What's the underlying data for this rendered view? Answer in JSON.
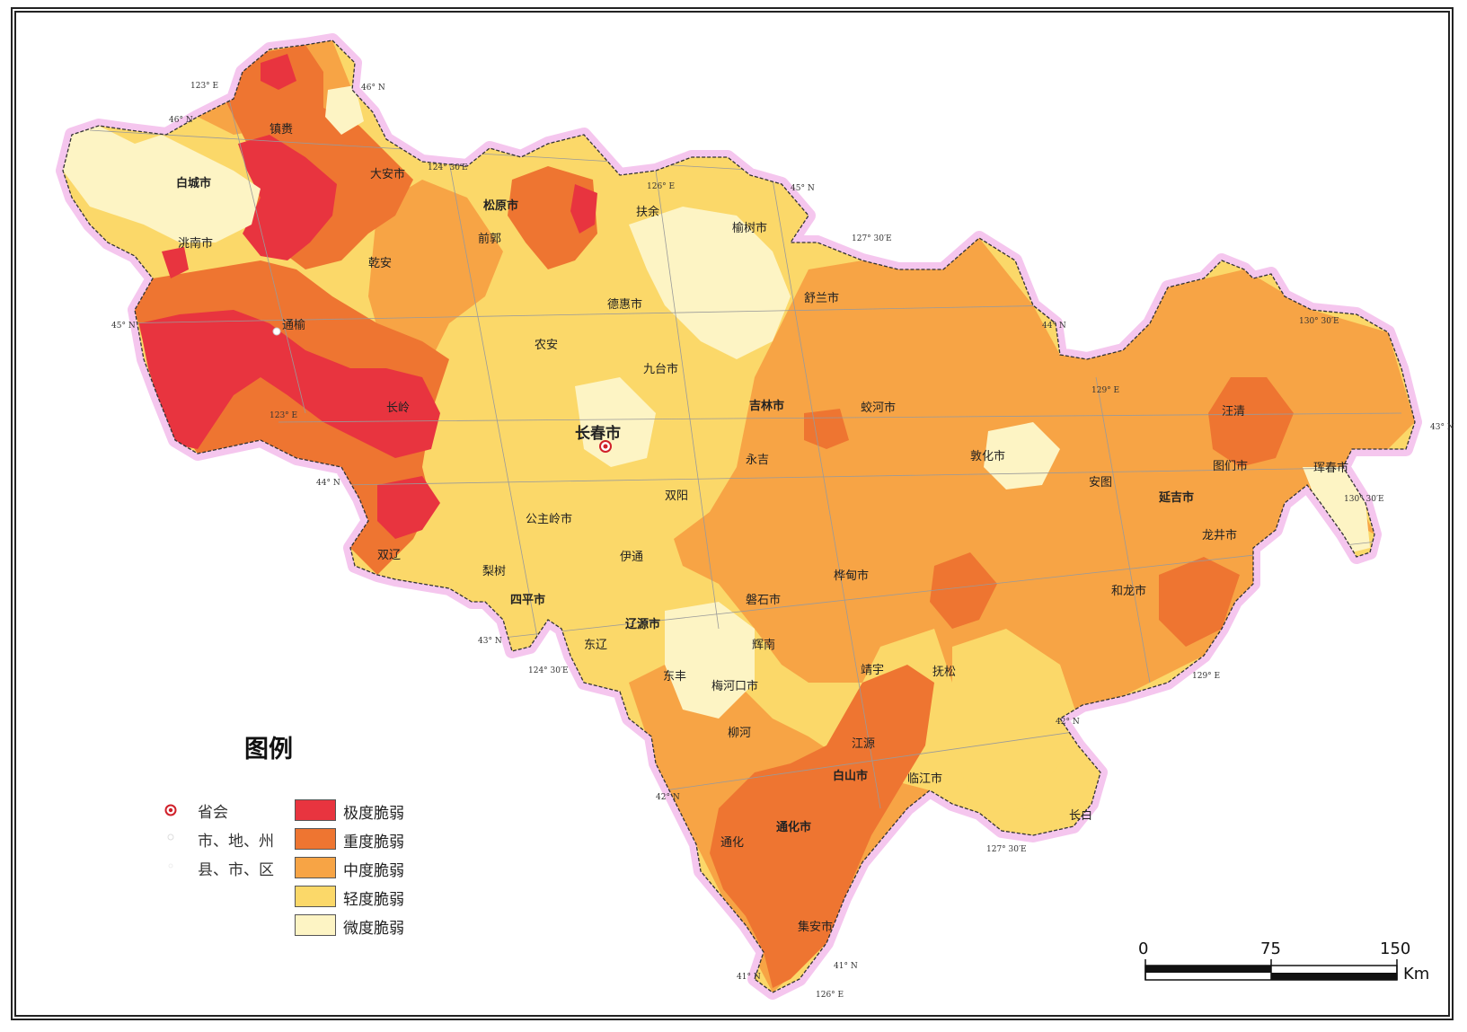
{
  "legend": {
    "title": "图例",
    "symbols": [
      {
        "label": "省会"
      },
      {
        "label": "市、地、州"
      },
      {
        "label": "县、市、区"
      }
    ],
    "classes": [
      {
        "label": "极度脆弱",
        "color": "#e8343f"
      },
      {
        "label": "重度脆弱",
        "color": "#ee7531"
      },
      {
        "label": "中度脆弱",
        "color": "#f7a445"
      },
      {
        "label": "轻度脆弱",
        "color": "#fbd869"
      },
      {
        "label": "微度脆弱",
        "color": "#fdf4c4"
      }
    ]
  },
  "scale_bar": {
    "ticks": [
      "0",
      "75",
      "150"
    ],
    "unit": "Km"
  },
  "graticule_labels": [
    "123° E",
    "46° N",
    "46° N",
    "124° 30′E",
    "126° E",
    "45° N",
    "127° 30′E",
    "45° N",
    "44° N",
    "130° 30′E",
    "129° E",
    "43° N",
    "130° 30′E",
    "123° E",
    "44° N",
    "43° N",
    "124° 30′E",
    "129° E",
    "42° N",
    "42° N",
    "127° 30′E",
    "41° N",
    "41° N",
    "126° E"
  ],
  "capital": {
    "name": "长春市"
  },
  "prefecture_cities": [
    "白城市",
    "松原市",
    "吉林市",
    "四平市",
    "辽源市",
    "延吉市",
    "白山市",
    "通化市"
  ],
  "counties": [
    "镇赉",
    "大安市",
    "洮南市",
    "乾安",
    "通榆",
    "前郭",
    "扶余",
    "榆树市",
    "德惠市",
    "舒兰市",
    "农安",
    "九台市",
    "长岭",
    "蛟河市",
    "敦化市",
    "永吉",
    "双阳",
    "公主岭市",
    "汪清",
    "图们市",
    "珲春市",
    "安图",
    "龙井市",
    "和龙市",
    "双辽",
    "梨树",
    "伊通",
    "桦甸市",
    "磐石市",
    "东辽",
    "辉南",
    "东丰",
    "梅河口市",
    "靖宇",
    "抚松",
    "柳河",
    "江源",
    "临江市",
    "长白",
    "通化",
    "集安市"
  ]
}
